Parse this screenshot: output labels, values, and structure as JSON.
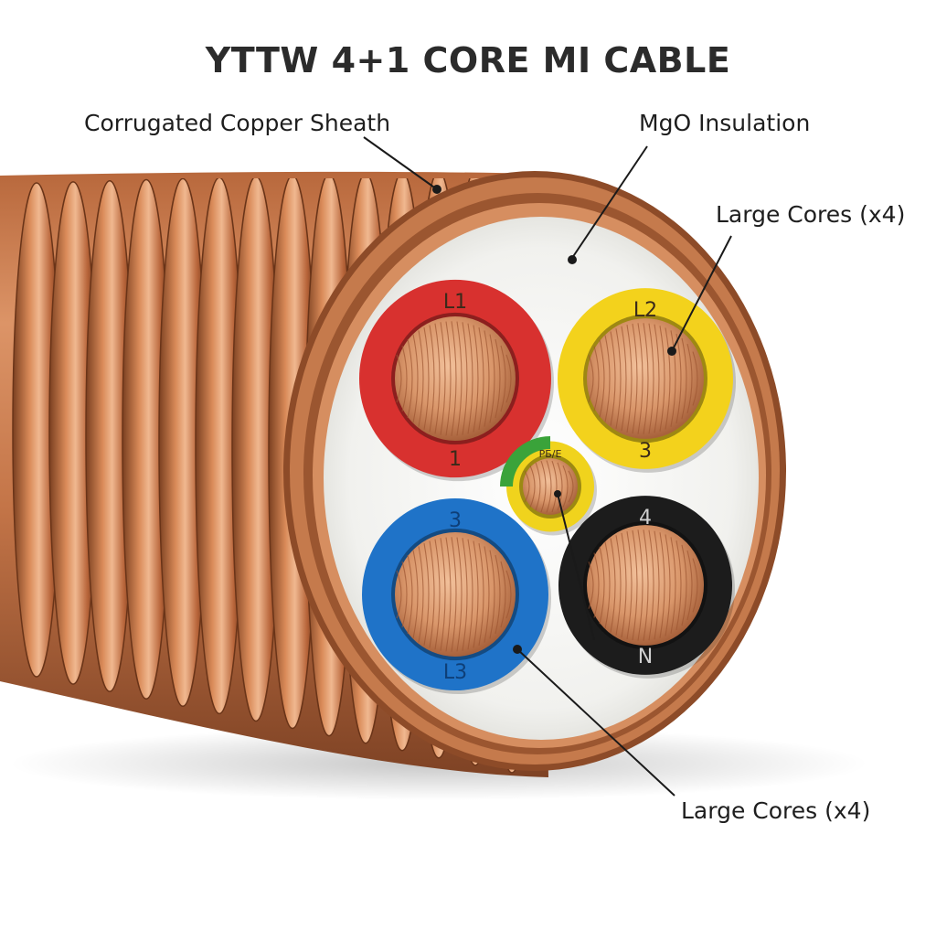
{
  "title": "YTTW 4+1 CORE MI CABLE",
  "labels": {
    "sheath": "Corrugated Copper Sheath",
    "insulation": "MgO Insulation",
    "large_cores_upper": "Large Cores (x4)",
    "large_cores_lower": "Large Cores (x4)"
  },
  "cores": [
    {
      "id": "L1",
      "top_marking": "L1",
      "bottom_marking": "1",
      "color": "#d8312f"
    },
    {
      "id": "L2",
      "top_marking": "L2",
      "bottom_marking": "3",
      "color": "#f3d21c"
    },
    {
      "id": "L3",
      "top_marking": "3",
      "bottom_marking": "L3",
      "color": "#1f73c8"
    },
    {
      "id": "N",
      "top_marking": "4",
      "bottom_marking": "N",
      "color": "#1c1c1c"
    },
    {
      "id": "PE",
      "top_marking": "PБ/E",
      "bottom_marking": "",
      "color": "#f0d31d",
      "stripe_color": "#3aa33a"
    }
  ],
  "colors": {
    "copper": "#c9794b",
    "copper_dark": "#8a4a28",
    "copper_light": "#e8a77c",
    "mgo": "#f4f4f2"
  }
}
